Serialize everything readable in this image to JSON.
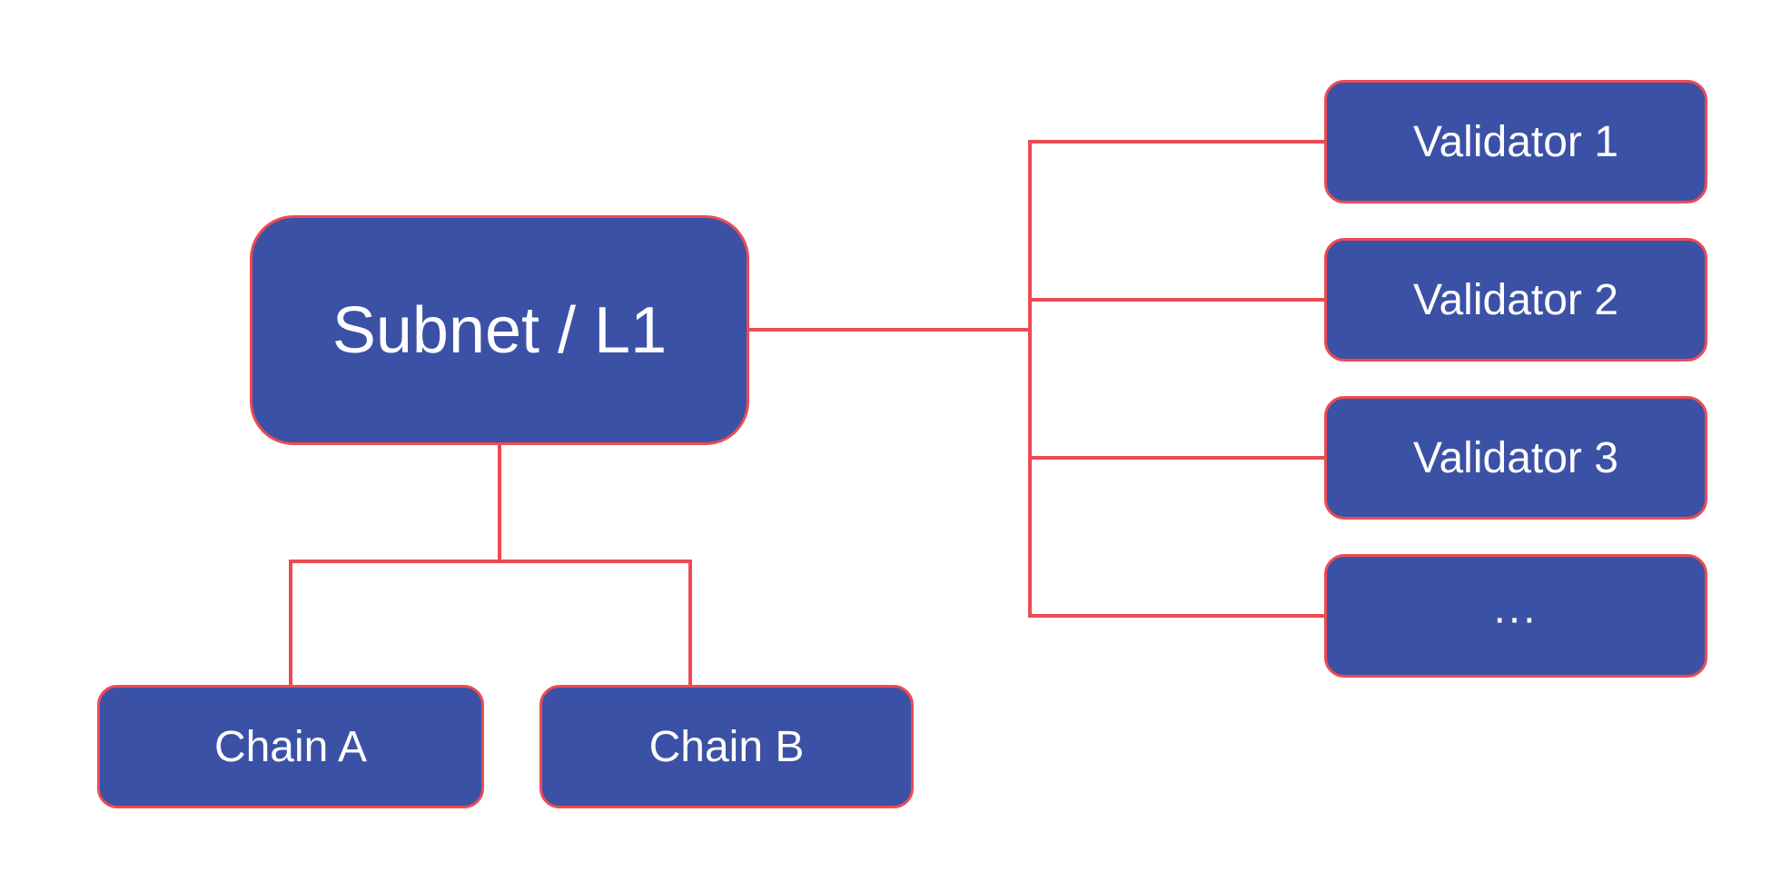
{
  "colors": {
    "background": "#FFFFFF",
    "node_fill": "#3B51A6",
    "line": "#EC4B52",
    "text": "#FFFFFF"
  },
  "nodes": {
    "subnet": {
      "label": "Subnet / L1"
    },
    "chain_a": {
      "label": "Chain A"
    },
    "chain_b": {
      "label": "Chain B"
    },
    "validator_1": {
      "label": "Validator 1"
    },
    "validator_2": {
      "label": "Validator 2"
    },
    "validator_3": {
      "label": "Validator 3"
    },
    "more_validators": {
      "label": "..."
    }
  }
}
